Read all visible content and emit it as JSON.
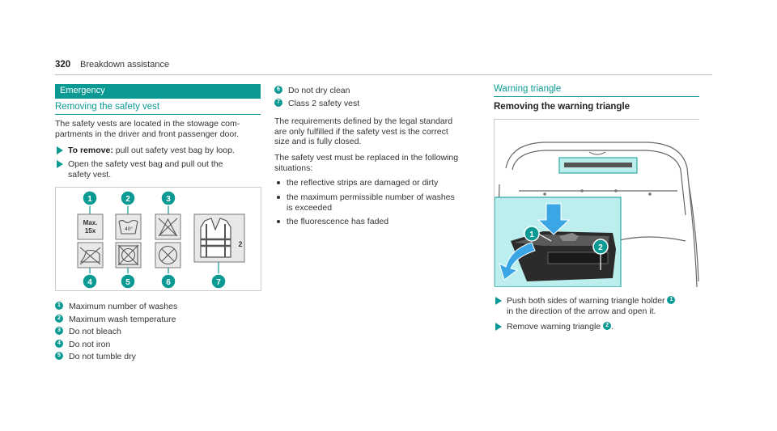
{
  "header": {
    "page_number": "320",
    "section": "Breakdown assistance"
  },
  "band": {
    "label": "Emergency"
  },
  "left": {
    "title": "Removing the safety vest",
    "intro": [
      "The safety vests are located in the stowage com-",
      "partments in the driver and front passenger door."
    ],
    "step1": {
      "bold": "To remove:",
      "rest": " pull out safety vest bag by loop."
    },
    "step2": [
      "Open the safety vest bag and pull out the",
      "safety vest."
    ],
    "figure": {
      "callouts": [
        "1",
        "2",
        "3",
        "4",
        "5",
        "6",
        "7"
      ],
      "max_line1": "Max.",
      "max_line2": "15x",
      "temp": "40°",
      "vest_class": "2"
    },
    "legend": [
      {
        "n": "1",
        "text": "Maximum number of washes"
      },
      {
        "n": "2",
        "text": "Maximum wash temperature"
      },
      {
        "n": "3",
        "text": "Do not bleach"
      },
      {
        "n": "4",
        "text": "Do not iron"
      },
      {
        "n": "5",
        "text": "Do not tumble dry"
      }
    ]
  },
  "middle": {
    "legend": [
      {
        "n": "6",
        "text": "Do not dry clean"
      },
      {
        "n": "7",
        "text": "Class 2 safety vest"
      }
    ],
    "req": [
      "The requirements defined by the legal standard",
      "are only fulfilled if the safety vest is the correct",
      "size and is fully closed."
    ],
    "replace": [
      "The safety vest must be replaced in the following",
      "situations:"
    ],
    "bullets": [
      [
        "the reflective strips are damaged or dirty"
      ],
      [
        "the maximum permissible number of washes",
        "is exceeded"
      ],
      [
        "the fluorescence has faded"
      ]
    ]
  },
  "right": {
    "title": "Warning triangle",
    "subtitle": "Removing the warning triangle",
    "figure": {
      "callouts": [
        "1",
        "2"
      ]
    },
    "step1": {
      "line1": "Push both sides of warning triangle holder",
      "n": "1",
      "line2": "in the direction of the arrow and open it."
    },
    "step2": {
      "text": "Remove warning triangle",
      "n": "2",
      "end": "."
    }
  },
  "colors": {
    "accent": "#0b9a93",
    "highlight": "#bdeeee"
  }
}
